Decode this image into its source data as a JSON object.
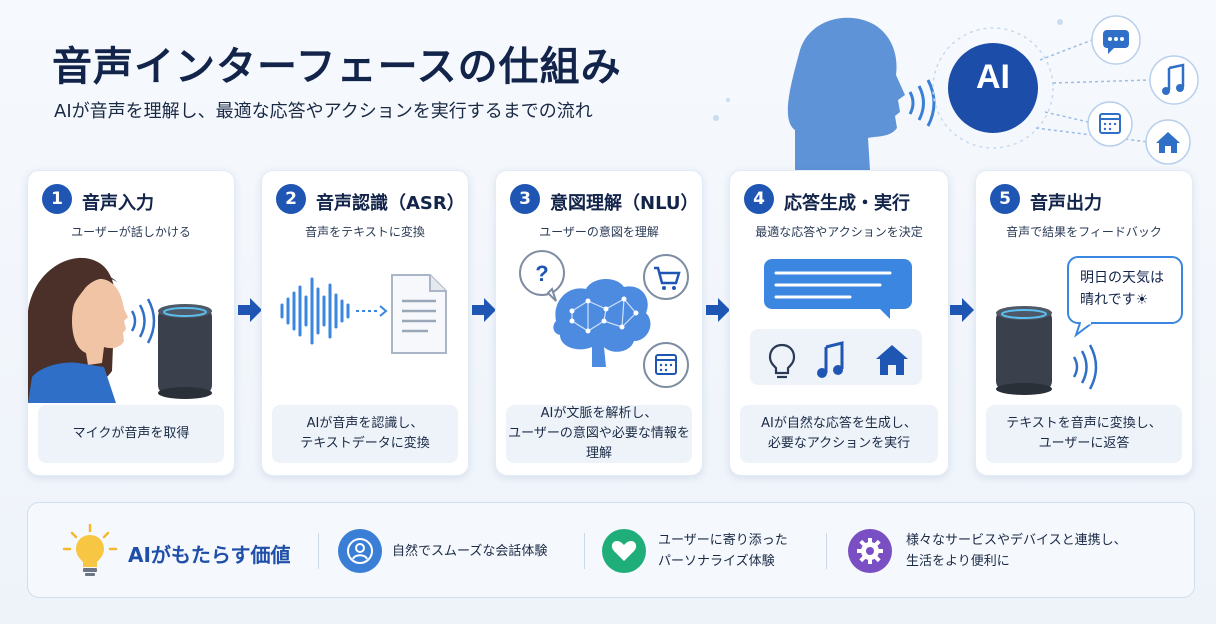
{
  "header": {
    "title": "音声インターフェースの仕組み",
    "subtitle": "AIが音声を理解し、最適な応答やアクションを実行するまでの流れ"
  },
  "hero": {
    "ai_label": "AI"
  },
  "steps": [
    {
      "number": "1",
      "title": "音声入力",
      "description": "ユーザーが話しかける",
      "footer": "マイクが音声を取得"
    },
    {
      "number": "2",
      "title": "音声認識（ASR）",
      "description": "音声をテキストに変換",
      "footer": "AIが音声を認識し、\nテキストデータに変換"
    },
    {
      "number": "3",
      "title": "意図理解（NLU）",
      "description": "ユーザーの意図を理解",
      "footer": "AIが文脈を解析し、\nユーザーの意図や必要な情報を理解"
    },
    {
      "number": "4",
      "title": "応答生成・実行",
      "description": "最適な応答やアクションを決定",
      "footer": "AIが自然な応答を生成し、\n必要なアクションを実行"
    },
    {
      "number": "5",
      "title": "音声出力",
      "description": "音声で結果をフィードバック",
      "footer": "テキストを音声に変換し、\nユーザーに返答",
      "bubble": "明日の天気は\n晴れです☀"
    }
  ],
  "values": {
    "title": "AIがもたらす価値",
    "items": [
      {
        "text": "自然でスムーズな会話体験",
        "icon": "user-icon",
        "color": "#3a7fd5"
      },
      {
        "text": "ユーザーに寄り添った\nパーソナライズ体験",
        "icon": "heart-icon",
        "color": "#1fae7a"
      },
      {
        "text": "様々なサービスやデバイスと連携し、\n生活をより便利に",
        "icon": "gear-icon",
        "color": "#7a4fc4"
      }
    ]
  },
  "colors": {
    "primary": "#1f56b3",
    "accent": "#3a86e0",
    "text": "#12244a"
  }
}
